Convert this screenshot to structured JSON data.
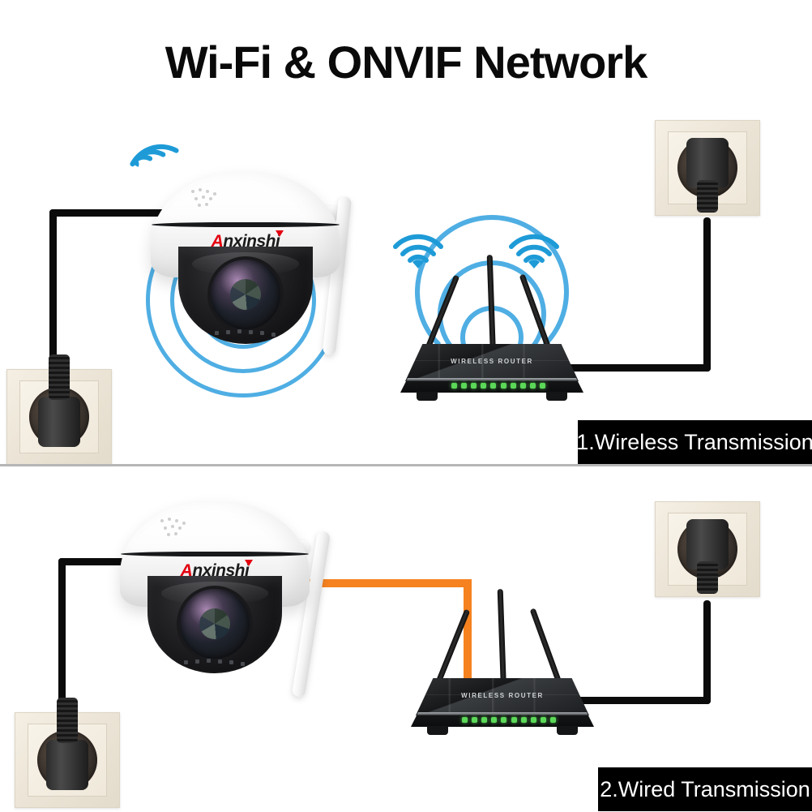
{
  "page": {
    "title": "Wi-Fi & ONVIF Network",
    "background_color": "#ffffff"
  },
  "colors": {
    "title_text": "#0a0a0a",
    "signal_blue": "#4FAEE3",
    "wifi_icon_blue": "#1E9BD7",
    "ethernet_orange": "#F5821F",
    "power_cable_black": "#0b0b0b",
    "label_box_background": "#000000",
    "label_box_text": "#ffffff",
    "socket_plate": "#efe8da",
    "router_led_green": "#5bd858",
    "brand_red": "#E3000F",
    "divider_gray": "#b6b6b6"
  },
  "sections": [
    {
      "id": "wireless",
      "label": "1.Wireless Transmission",
      "camera": {
        "brand_prefix": "A",
        "brand_rest": "nxinshi",
        "has_signal_rings": true,
        "ring_count": 3
      },
      "router": {
        "brand_text": "WIRELESS ROUTER",
        "antenna_count": 3,
        "led_count": 10,
        "has_signal_arcs": true,
        "arc_count": 3
      },
      "wifi_icons": [
        {
          "name": "wifi-icon-camera",
          "style": "tilted"
        },
        {
          "name": "wifi-icon-router-left",
          "style": "upright"
        },
        {
          "name": "wifi-icon-router-right",
          "style": "upright"
        }
      ],
      "cables": [
        {
          "name": "camera-power-cable",
          "color": "#0b0b0b",
          "type": "power"
        },
        {
          "name": "router-power-cable",
          "color": "#0b0b0b",
          "type": "power"
        }
      ],
      "sockets": [
        {
          "name": "socket-camera-power",
          "orientation": "up"
        },
        {
          "name": "socket-router-power",
          "orientation": "down"
        }
      ]
    },
    {
      "id": "wired",
      "label": "2.Wired Transmission",
      "camera": {
        "brand_prefix": "A",
        "brand_rest": "nxinshi",
        "has_signal_rings": false,
        "ring_count": 0
      },
      "router": {
        "brand_text": "WIRELESS ROUTER",
        "antenna_count": 3,
        "led_count": 10,
        "has_signal_arcs": false,
        "arc_count": 0
      },
      "wifi_icons": [],
      "cables": [
        {
          "name": "camera-power-cable",
          "color": "#0b0b0b",
          "type": "power"
        },
        {
          "name": "ethernet-cable",
          "color": "#F5821F",
          "type": "ethernet"
        },
        {
          "name": "router-power-cable",
          "color": "#0b0b0b",
          "type": "power"
        }
      ],
      "sockets": [
        {
          "name": "socket-camera-power",
          "orientation": "up"
        },
        {
          "name": "socket-router-power",
          "orientation": "down"
        }
      ]
    }
  ]
}
